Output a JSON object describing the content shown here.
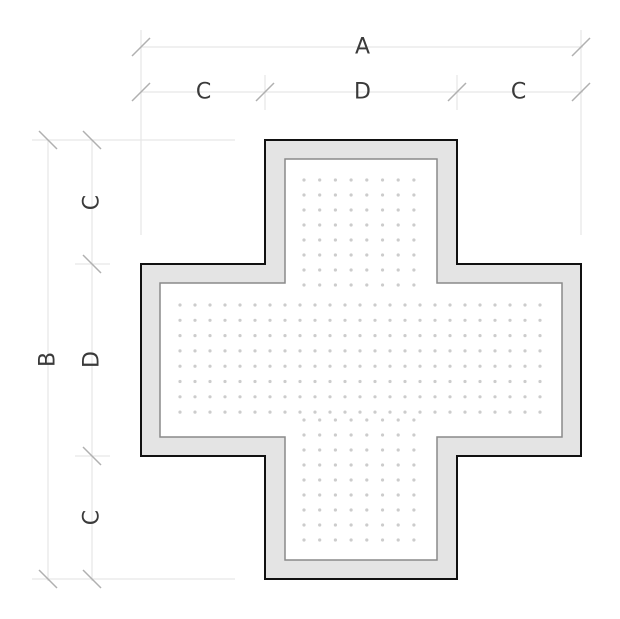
{
  "labels": {
    "overall_width": "A",
    "overall_height": "B",
    "top_left_segment": "C",
    "top_center_segment": "D",
    "top_right_segment": "C",
    "left_top_segment": "C",
    "left_center_segment": "D",
    "left_bottom_segment": "C"
  },
  "colors": {
    "outline": "#111111",
    "frame": "#e4e4e4",
    "inner_outline": "#8a8a8a",
    "dots": "#cccccc"
  }
}
